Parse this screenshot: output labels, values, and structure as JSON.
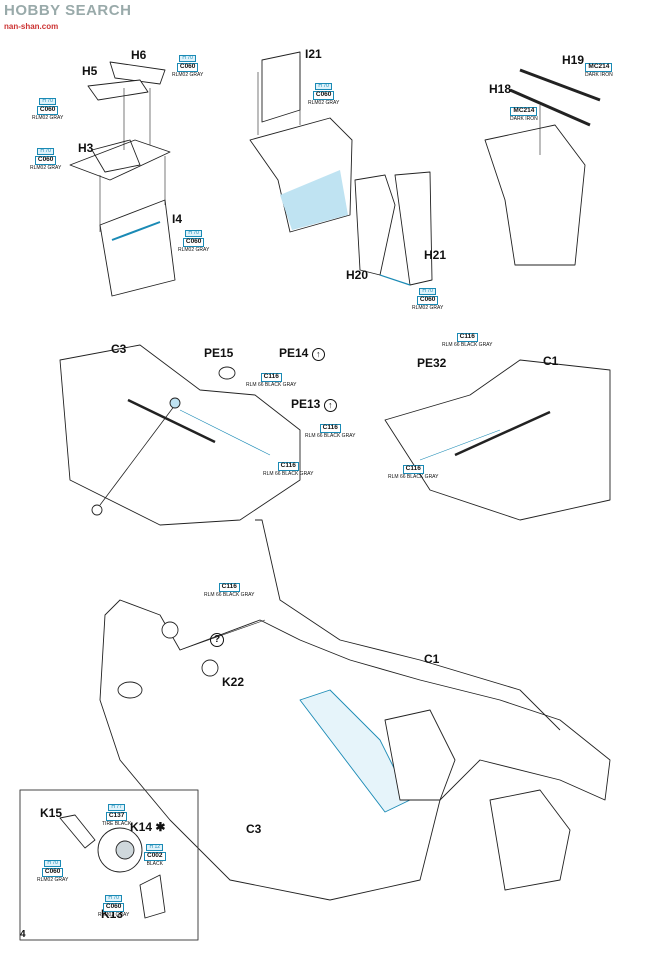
{
  "watermark": {
    "brand": "HOBBY SEARCH",
    "site": "nan-shan.com"
  },
  "page_number": "4",
  "parts": {
    "H5": "H5",
    "H6": "H6",
    "H3": "H3",
    "I4": "I4",
    "I21": "I21",
    "H19": "H19",
    "H18": "H18",
    "H21": "H21",
    "H20": "H20",
    "C3a": "C3",
    "PE15": "PE15",
    "PE14": "PE14",
    "PE13": "PE13",
    "PE32": "PE32",
    "C1a": "C1",
    "C1b": "C1",
    "K22": "K22",
    "C3b": "C3",
    "K15": "K15",
    "K14": "K14",
    "K13": "K13"
  },
  "colors": {
    "h6": {
      "code": "H 70",
      "main": "C060",
      "name": "RLM02 GRAY"
    },
    "h5": {
      "code": "H 70",
      "main": "C060",
      "name": "RLM02 GRAY"
    },
    "h3": {
      "code": "H 70",
      "main": "C060",
      "name": "RLM02 GRAY"
    },
    "i4": {
      "code": "H 70",
      "main": "C060",
      "name": "RLM02 GRAY"
    },
    "i21": {
      "code": "H 70",
      "main": "C060",
      "name": "RLM02 GRAY"
    },
    "h19": {
      "main": "MC214",
      "name": "DARK IRON"
    },
    "h18": {
      "main": "MC214",
      "name": "DARK IRON"
    },
    "h21": {
      "code": "H 70",
      "main": "C060",
      "name": "RLM02 GRAY"
    },
    "pe15": {
      "main": "C116",
      "name": "RLM 66 BLACK GRAY"
    },
    "pe13": {
      "main": "C116",
      "name": "RLM 66 BLACK GRAY"
    },
    "cock1": {
      "main": "C116",
      "name": "RLM 66 BLACK GRAY"
    },
    "pe32": {
      "main": "C116",
      "name": "RLM 66 BLACK GRAY"
    },
    "cock2": {
      "main": "C116",
      "name": "RLM 66 BLACK GRAY"
    },
    "fus": {
      "main": "C116",
      "name": "RLM 66 BLACK GRAY"
    },
    "tire": {
      "code": "H 77",
      "main": "C137",
      "name": "TIRE BLACK"
    },
    "hub": {
      "code": "H 12",
      "main": "C002",
      "name": "BLACK"
    },
    "k15": {
      "code": "H 70",
      "main": "C060",
      "name": "RLM02 GRAY"
    },
    "k13": {
      "code": "H 70",
      "main": "C060",
      "name": "RLM02 GRAY"
    }
  },
  "symbols": {
    "pe14": "↑",
    "pe13": "↑",
    "k14": "✱",
    "k22_q": "?"
  }
}
